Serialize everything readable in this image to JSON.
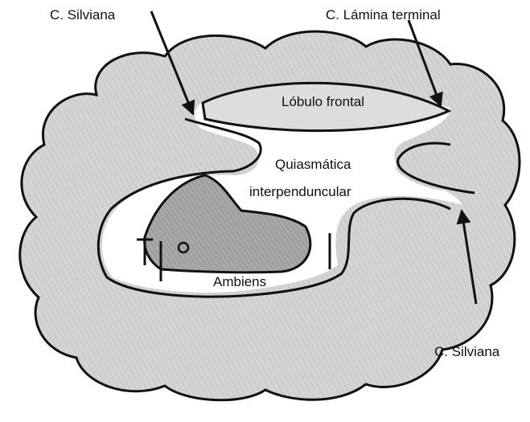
{
  "labels": {
    "silviana_top": "C. Silviana",
    "lamina_terminal": "C. Lámina terminal",
    "lobulo_frontal": "Lóbulo frontal",
    "quiasmatica_line1": "Quiasmática",
    "quiasmatica_line2": "interpenduncular",
    "ambiens": "Ambiens",
    "silviana_bottom": "C. Silviana"
  },
  "colors": {
    "brain_fill": "#d9d9d9",
    "cistern_fill": "#ffffff",
    "midbrain_fill": "#a6a6a6",
    "outline": "#111111"
  }
}
